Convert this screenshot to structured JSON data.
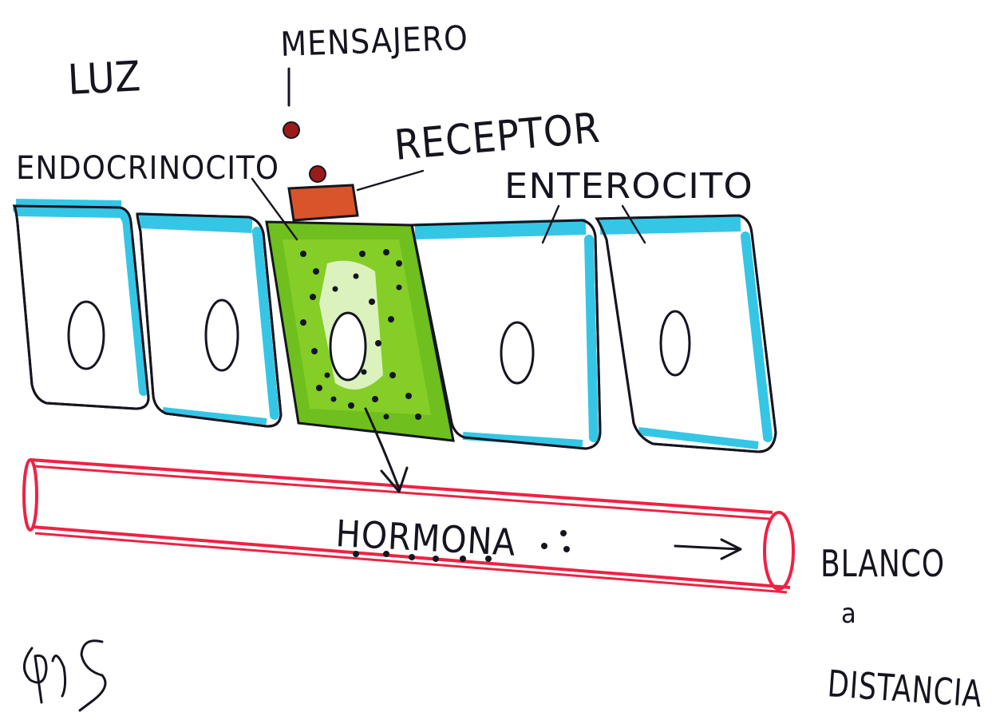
{
  "labels": {
    "luz": "LUZ",
    "mensajero": "MENSAJERO",
    "receptor": "RECEPTOR",
    "endocrinocito": "ENDOCRINOCITO",
    "enterocito": "ENTEROCITO",
    "hormona": "HORMONA",
    "blanco_line1": "BLANCO",
    "blanco_line2": "a",
    "blanco_line3": "DISTANCIA"
  },
  "colors": {
    "ink": "#15151f",
    "enterocyte_apical": "#35c6e6",
    "endocrine_cell": "#6fbf1e",
    "receptor": "#d9542b",
    "messenger": "#9b1b1b",
    "blood_vessel": "#ee2244"
  }
}
